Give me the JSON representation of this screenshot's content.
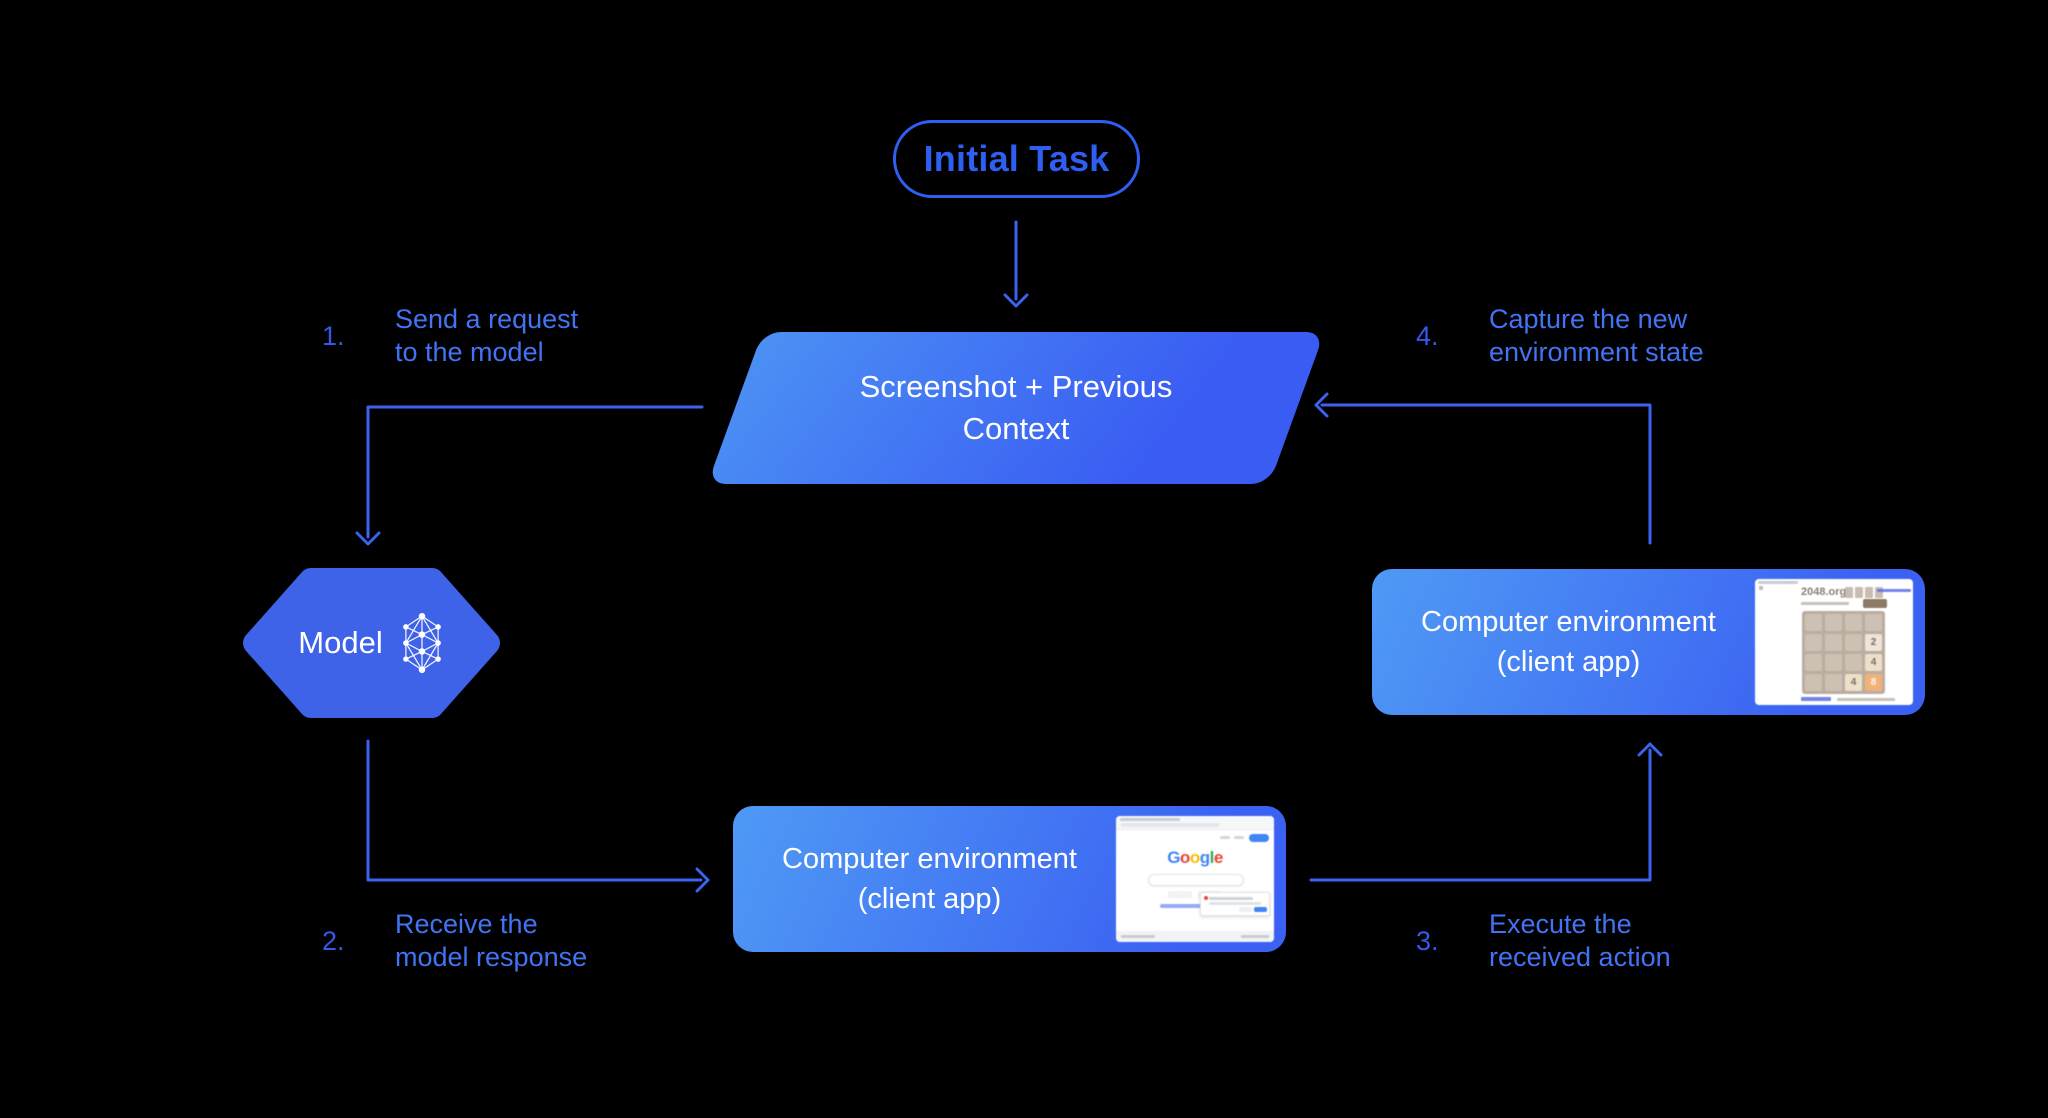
{
  "pill": {
    "label": "Initial Task"
  },
  "screenshot_node": {
    "label": "Screenshot + Previous Context"
  },
  "model_node": {
    "label": "Model"
  },
  "env_nodes": {
    "bottom": {
      "line1": "Computer environment",
      "line2": "(client app)"
    },
    "right": {
      "line1": "Computer environment",
      "line2": "(client app)"
    }
  },
  "steps": [
    {
      "num": "1.",
      "line1": "Send a request",
      "line2": "to the model"
    },
    {
      "num": "2.",
      "line1": "Receive the",
      "line2": "model response"
    },
    {
      "num": "3.",
      "line1": "Execute the",
      "line2": "received action"
    },
    {
      "num": "4.",
      "line1": "Capture the new",
      "line2": "environment state"
    }
  ],
  "thumbnails": {
    "google": {
      "logo": "Google",
      "logo_colors": [
        "#4285F4",
        "#EA4335",
        "#FBBC05",
        "#4285F4",
        "#34A853",
        "#EA4335"
      ]
    },
    "game2048": {
      "title": "2048.org",
      "tiles": [
        {
          "row": 1,
          "col": 3,
          "value": "2"
        },
        {
          "row": 2,
          "col": 3,
          "value": "4"
        },
        {
          "row": 3,
          "col": 2,
          "value": "4"
        },
        {
          "row": 3,
          "col": 3,
          "value": "8"
        }
      ],
      "tile_styles": {
        "2": {
          "bg": "#eee4da",
          "fg": "#776e65"
        },
        "4": {
          "bg": "#ede0c8",
          "fg": "#776e65"
        },
        "8": {
          "bg": "#f2b179",
          "fg": "#f9f6f2"
        }
      }
    }
  },
  "colors": {
    "background": "#000000",
    "accent_blue": "#2e5ff2",
    "connector_blue": "#3a63ef",
    "label_blue": "#4173f4",
    "node_gradient_start": "#4f9af5",
    "node_gradient_end": "#3b61f2",
    "hexagon_blue": "#3e63e8",
    "grid_bg": "#bbada0",
    "grid_cell": "#cdc1b4"
  }
}
